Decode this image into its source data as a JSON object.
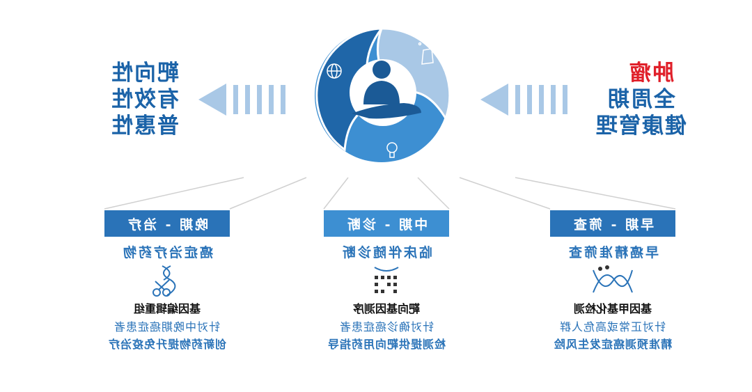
{
  "left_title": [
    "靶向性",
    "有效性",
    "普惠性"
  ],
  "right_title": {
    "red": "肿瘤",
    "lines": [
      "全周期",
      "健康管理"
    ]
  },
  "colors": {
    "primary": "#2a73b8",
    "light": "#3d8fd2",
    "pale": "#a9c8e6",
    "dark": "#1b5a96",
    "red": "#e0202a"
  },
  "stages": [
    {
      "label": "晚期 - 治疗",
      "subtitle": "癌症治疗药物",
      "tech": "基因编辑重组",
      "line1": "针对中晚期癌症患者",
      "line2": "创新药物提升免疫治疗",
      "icon": "dna-scissors-icon"
    },
    {
      "label": "中期 - 诊断",
      "subtitle": "临床伴随诊断",
      "tech": "靶向基因测序",
      "line1": "针对确诊癌症患者",
      "line2": "检测提供靶向用药指导",
      "icon": "sequencing-icon"
    },
    {
      "label": "早期 - 筛查",
      "subtitle": "早癌精准筛查",
      "tech": "基因甲基化检测",
      "line1": "针对正常或高危人群",
      "line2": "精准预测癌症发生风险",
      "icon": "dna-helix-icon"
    }
  ]
}
